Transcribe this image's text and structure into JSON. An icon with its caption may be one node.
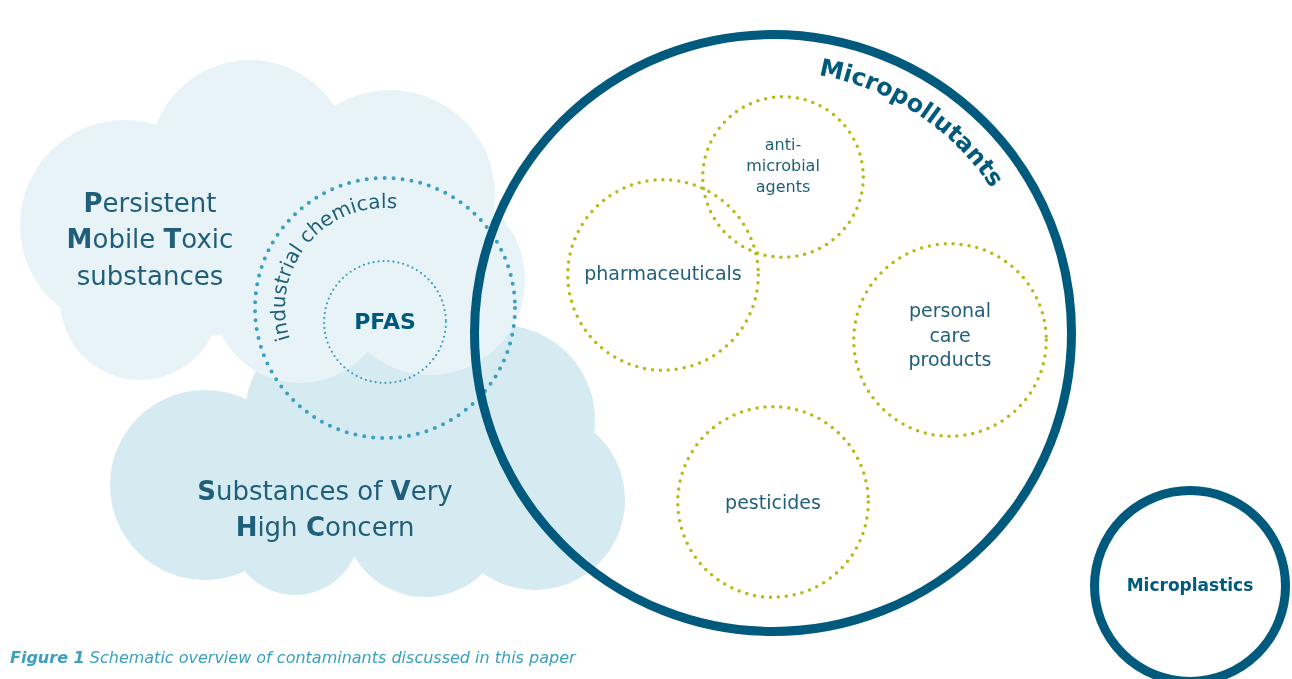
{
  "diagram": {
    "caption": "**Figure 1** Schematic overview of contaminants discussed in this paper",
    "nodes": [
      {
        "text": [
          "**P**ersistent **M**obile **T**oxic substances"
        ]
      },
      {
        "text": [
          "**S**ubstances of **V**ery **H**igh **C**oncern"
        ]
      },
      {
        "text": [
          "industrial chemicals"
        ]
      },
      {
        "text": [
          "PFAS"
        ]
      },
      {
        "text": [
          "Micropollutants"
        ]
      },
      {
        "text": [
          "anti- microbial agents"
        ],
        "in": 4
      },
      {
        "text": [
          "pharmaceuticals"
        ],
        "in": 4
      },
      {
        "text": [
          "personal care products"
        ],
        "in": 4
      },
      {
        "text": [
          "pesticides"
        ],
        "in": 4
      },
      {
        "text": [
          "Microplastics"
        ]
      }
    ]
  }
}
